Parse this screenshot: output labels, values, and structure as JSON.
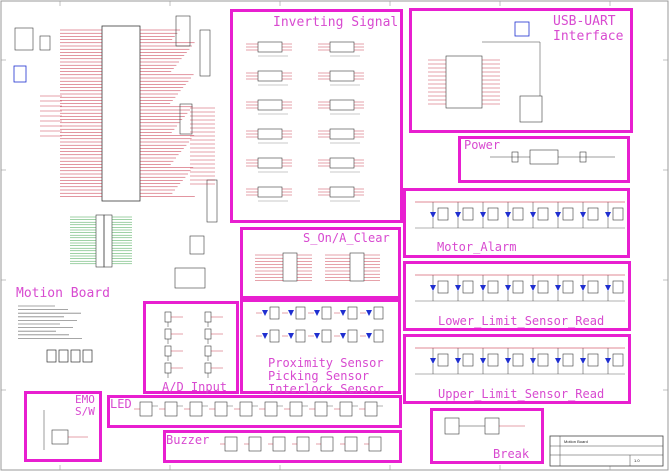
{
  "labels": {
    "inverting": "Inverting Signal",
    "usb_uart": "USB-UART\nInterface",
    "power": "Power",
    "motor_alarm": "Motor_Alarm",
    "lower_limit": "Lower_Limit_Sensor_Read",
    "upper_limit": "Upper_Limit_Sensor_Read",
    "s_on": "S_On/A_Clear",
    "motion_board": "Motion Board",
    "proximity": "Proximity Sensor\nPicking Sensor\nInterlock Sensor",
    "ad_input": "A/D Input",
    "emo": "EMO\nS/W",
    "led": "LED",
    "buzzer": "Buzzer",
    "break": "Break"
  },
  "title_block": {
    "title": "Motion Board",
    "rev": "1.0"
  },
  "colors": {
    "block_border": "#e81fd0",
    "label": "#d84ad0",
    "wire": "#c0142c",
    "component": "#3a3a3a",
    "part_blue": "#1f2fd0"
  }
}
